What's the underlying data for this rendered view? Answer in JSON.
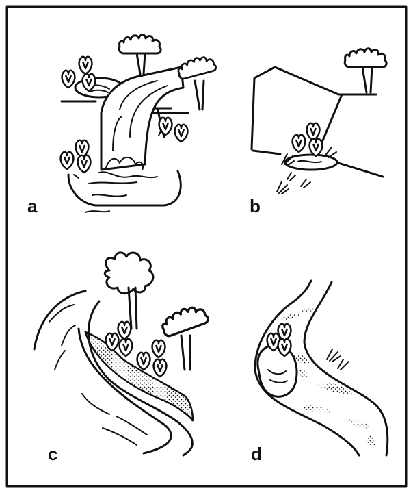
{
  "panels": [
    {
      "id": "a",
      "label": "a"
    },
    {
      "id": "b",
      "label": "b"
    },
    {
      "id": "c",
      "label": "c"
    },
    {
      "id": "d",
      "label": "d"
    }
  ],
  "colors": {
    "ink": "#111111",
    "background": "#ffffff"
  },
  "icons": [
    "tree-icon",
    "arrowhead-plant-icon",
    "grass-tuft-icon"
  ]
}
